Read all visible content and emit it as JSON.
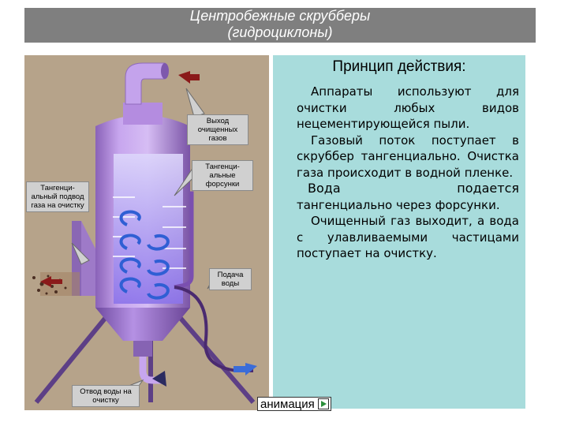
{
  "slide_title": {
    "line1": "Центробежные скрубберы",
    "line2": "(гидроциклоны)"
  },
  "diagram": {
    "labels": {
      "outlet": "Выход очищенных газов",
      "nozzles": "Тангенци-альные форсунки",
      "inlet": "Тангенци-альный подвод газа на очистку",
      "water_feed": "Подача воды",
      "water_drain": "Отвод воды на очистку"
    }
  },
  "panel": {
    "heading": "Принцип действия:",
    "p1": "Аппараты используют для очистки любых видов нецементирующейся пыли.",
    "p2": "Газовый поток поступает в скруббер тангенциально. Очистка газа происходит в водной пленке.",
    "p3a": "Вода",
    "p3b": "подается",
    "p4": "тангенциально через форсунки.",
    "p5": "Очищенный газ выходит, а вода с улавливаемыми частицами поступает на очистку."
  },
  "animation_button": {
    "label": "анимация",
    "icon": "play-icon"
  },
  "colors": {
    "title_bg": "#7f7f7f",
    "panel_bg": "#a8dcdc",
    "illustration_bg": "#b6a38a",
    "vessel": "#b98ee0",
    "arrow_red": "#8b1a1a",
    "arrow_blue": "#3a6cd8"
  }
}
